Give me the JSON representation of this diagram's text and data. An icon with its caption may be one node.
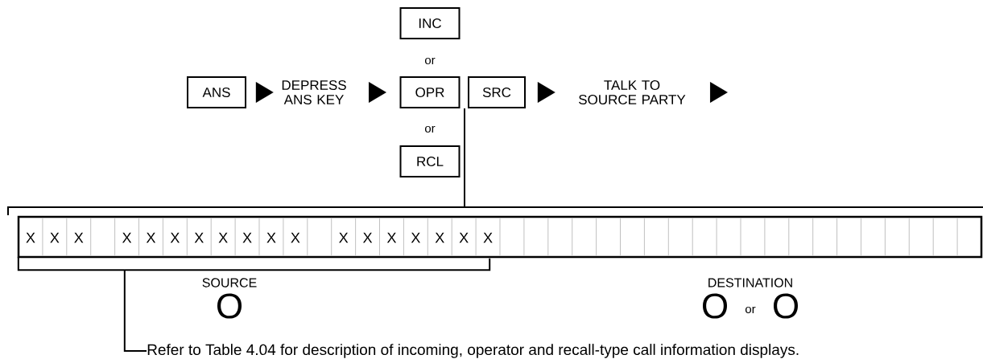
{
  "diagram": {
    "nodes": [
      {
        "text": [
          "ANS"
        ]
      },
      {
        "text": [
          "DEPRESS ANS KEY"
        ]
      },
      {
        "text": [
          "INC"
        ]
      },
      {
        "text": [
          "OPR"
        ]
      },
      {
        "text": [
          "RCL"
        ]
      },
      {
        "text": [
          "SRC"
        ]
      },
      {
        "text": [
          "TALK TO SOURCE PARTY"
        ]
      },
      {
        "text": [],
        "shape": "bracket"
      },
      {
        "text": [
          "Refer to Table 4.04 for description of incoming, operator and recall-type call information displays."
        ]
      }
    ],
    "edges": [
      {
        "from": 0,
        "to": 1,
        "arrow": "to"
      },
      {
        "from": 1,
        "to": 3,
        "arrow": "to"
      },
      {
        "from": 5,
        "to": 6,
        "arrow": "to"
      },
      {
        "from": 6,
        "to": null,
        "arrow": "to"
      },
      {
        "from": 8,
        "to": 7,
        "arrow": "none"
      }
    ],
    "labels": [
      "or",
      "or",
      "X",
      "X",
      "X",
      "X",
      "X",
      "X",
      "X",
      "X",
      "X",
      "X",
      "X",
      "X",
      "X",
      "X",
      "X",
      "X",
      "X",
      "X",
      "SOURCE",
      "O",
      "DESTINATION",
      "O",
      "or",
      "O"
    ]
  }
}
